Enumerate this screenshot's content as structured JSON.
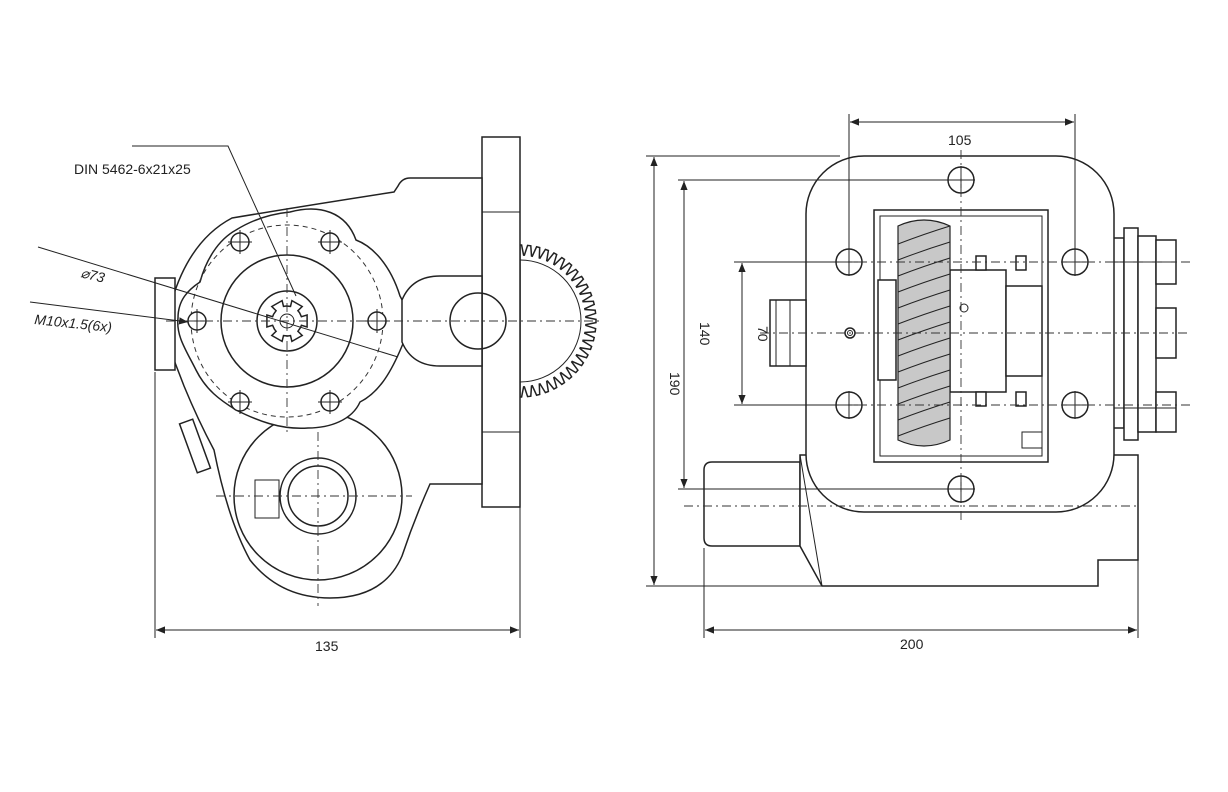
{
  "labels": {
    "spline": "DIN 5462-6x21x25",
    "pcd": "⌀73",
    "thread": "M10x1.5(6x)"
  },
  "dimensions": {
    "left_width": "135",
    "right_width": "200",
    "right_height_outer": "190",
    "right_height_inner": "140",
    "right_height_center": "70",
    "right_hole_spacing": "105"
  }
}
